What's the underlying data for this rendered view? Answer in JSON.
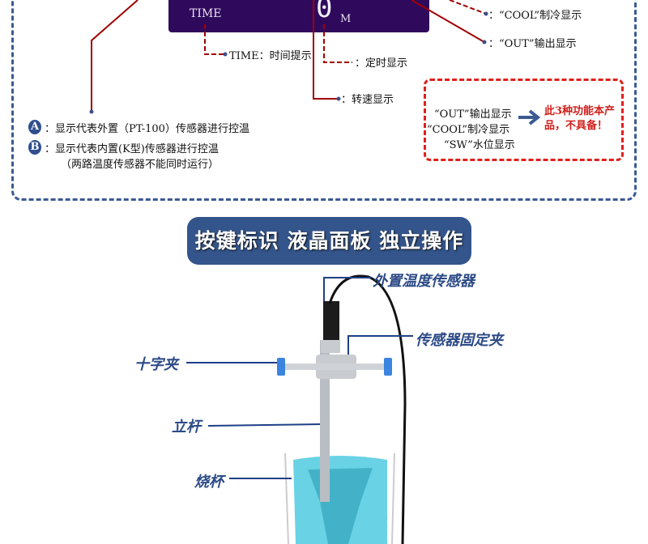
{
  "lcd": {
    "time_label": "TIME",
    "digit": "0",
    "unit": "M"
  },
  "callouts_top": {
    "cool": "：“COOL”制冷显示",
    "out": "：“OUT”输出显示",
    "time": "TIME：时间提示",
    "timer": "：定时显示",
    "speed": "：转速显示"
  },
  "legend": {
    "a_badge": "A",
    "a_text": "：显示代表外置（PT-100）传感器进行控温",
    "b_badge": "B",
    "b_text": "：显示代表内置(K型)传感器进行控温",
    "b_note": "（两路温度传感器不能同时运行）"
  },
  "unsupported": {
    "items": [
      "“OUT”输出显示",
      "“COOL”制冷显示",
      "“SW”水位显示"
    ],
    "notice_line1": "此3种功能本产",
    "notice_line2": "品，不具备！"
  },
  "banner": "按键标识 液晶面板 独立操作",
  "parts": {
    "external_sensor": "外置温度传感器",
    "sensor_clamp": "传感器固定夹",
    "cross_clamp": "十字夹",
    "rod": "立杆",
    "beaker": "烧杯"
  },
  "colors": {
    "frame": "#3b5a93",
    "leader": "#a00000",
    "lcd": "#2f0a5c",
    "banner": "#34558b",
    "notice": "#d0201c",
    "callout": "#2c4a86"
  }
}
